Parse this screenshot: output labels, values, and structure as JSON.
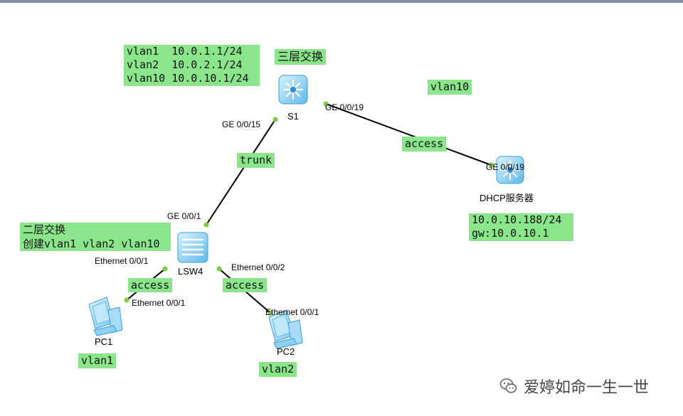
{
  "notes": {
    "s1_vlans": [
      "vlan1  10.0.1.1/24",
      "vlan2  10.0.2.1/24",
      "vlan10 10.0.10.1/24"
    ],
    "layer3_switch": "三层交换",
    "layer2_switch": "二层交换",
    "create_vlans": "创建vlan1 vlan2 vlan10",
    "dhcp_vlan": "vlan10",
    "dhcp_ip": "10.0.10.188/24",
    "dhcp_gw": "gw:10.0.10.1",
    "pc1_vlan": "vlan1",
    "pc2_vlan": "vlan2",
    "trunk": "trunk",
    "access_s1_dhcp": "access",
    "access_lsw_pc1": "access",
    "access_lsw_pc2": "access"
  },
  "devices": {
    "s1": "S1",
    "dhcp": "DHCP服务器",
    "lsw4": "LSW4",
    "pc1": "PC1",
    "pc2": "PC2"
  },
  "ports": {
    "s1_ge15": "GE 0/0/15",
    "s1_ge19": "GE 0/0/19",
    "dhcp_ge19": "GE 0/0/19",
    "lsw4_ge1": "GE 0/0/1",
    "lsw4_eth1": "Ethernet 0/0/1",
    "lsw4_eth2": "Ethernet 0/0/2",
    "pc1_eth1": "Ethernet 0/0/1",
    "pc2_eth1": "Ethernet 0/0/1"
  },
  "watermark": "爱婷如命一生一世",
  "colors": {
    "note_bg": "#8be68b",
    "port_dot": "#7ccc3c",
    "device_blue": "#5fb8ea"
  }
}
